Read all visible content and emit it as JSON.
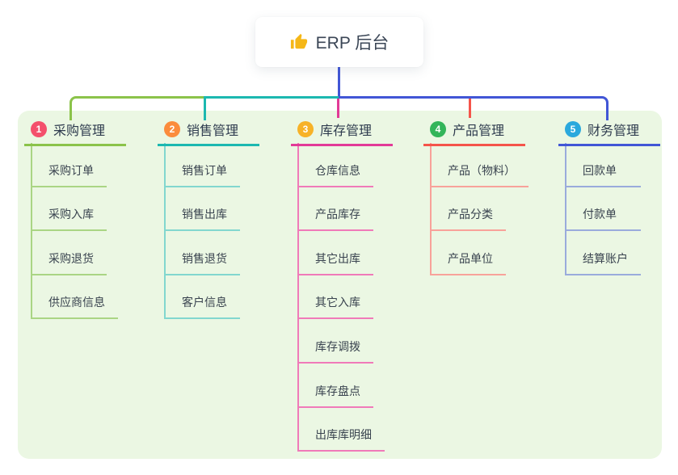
{
  "diagram": {
    "canvas": {
      "background": "#ffffff",
      "panel_background": "#ebf7e3"
    },
    "root": {
      "label": "ERP 后台",
      "icon": "thumbs-up-icon",
      "icon_color": "#f5b717",
      "stem_color": "#4156d6"
    },
    "branches": [
      {
        "number": "1",
        "label": "采购管理",
        "badge_color": "#f4506c",
        "line_color": "#8bc34a",
        "child_line_color": "#aad584",
        "children": [
          "采购订单",
          "采购入库",
          "采购退货",
          "供应商信息"
        ]
      },
      {
        "number": "2",
        "label": "销售管理",
        "badge_color": "#fb8c3c",
        "line_color": "#1cb8b0",
        "child_line_color": "#82d7cf",
        "children": [
          "销售订单",
          "销售出库",
          "销售退货",
          "客户信息"
        ]
      },
      {
        "number": "3",
        "label": "库存管理",
        "badge_color": "#f7b227",
        "line_color": "#e23a97",
        "child_line_color": "#f07ab9",
        "children": [
          "仓库信息",
          "产品库存",
          "其它出库",
          "其它入库",
          "库存调拨",
          "库存盘点",
          "出库库明细"
        ]
      },
      {
        "number": "4",
        "label": "产品管理",
        "badge_color": "#33b55a",
        "line_color": "#f5544a",
        "child_line_color": "#f8a29a",
        "children": [
          "产品（物料）",
          "产品分类",
          "产品单位"
        ]
      },
      {
        "number": "5",
        "label": "财务管理",
        "badge_color": "#2ba9dd",
        "line_color": "#4156d6",
        "child_line_color": "#9aabdc",
        "children": [
          "回款单",
          "付款单",
          "结算账户"
        ]
      }
    ]
  }
}
